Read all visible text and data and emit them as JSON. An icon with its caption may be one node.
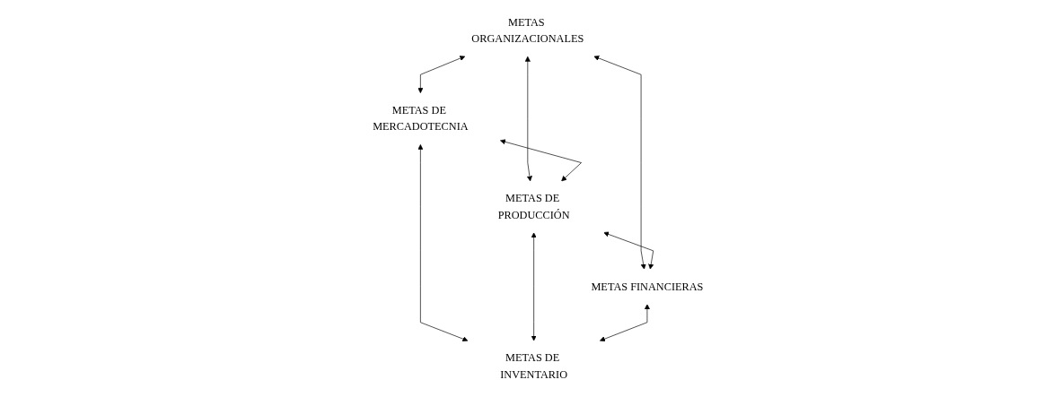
{
  "diagram": {
    "nodes": [
      {
        "text": [
          "METAS ORGANIZACIONALES"
        ]
      },
      {
        "text": [
          "METAS DE MERCADOTECNIA"
        ]
      },
      {
        "text": [
          "METAS DE PRODUCCIÓN"
        ]
      },
      {
        "text": [
          "METAS FINANCIERAS"
        ]
      },
      {
        "text": [
          "METAS DE INVENTARIO"
        ]
      }
    ],
    "edges": [
      {
        "from": 0,
        "to": 1,
        "arrow": "both"
      },
      {
        "from": 0,
        "to": 2,
        "arrow": "both"
      },
      {
        "from": 0,
        "to": 3,
        "arrow": "both"
      },
      {
        "from": 1,
        "to": 2,
        "arrow": "both"
      },
      {
        "from": 2,
        "to": 3,
        "arrow": "both"
      },
      {
        "from": 1,
        "to": 4,
        "arrow": "both"
      },
      {
        "from": 2,
        "to": 4,
        "arrow": "both"
      },
      {
        "from": 3,
        "to": 4,
        "arrow": "both"
      }
    ]
  }
}
